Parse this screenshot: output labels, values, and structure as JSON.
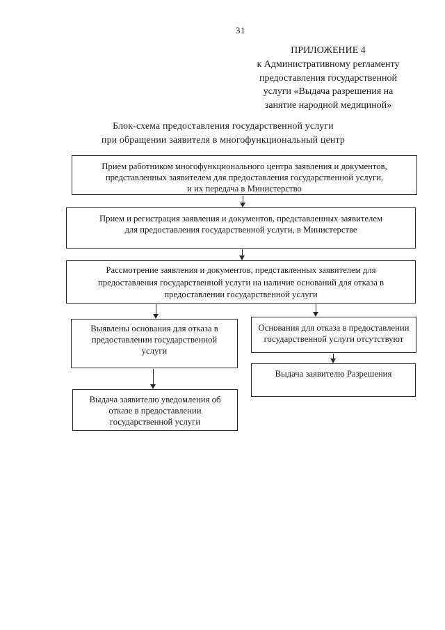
{
  "page": {
    "number": "31"
  },
  "appendix_header": "ПРИЛОЖЕНИЕ 4\nк Административному регламенту\nпредоставления государственной\nуслуги «Выдача разрешения на\nзанятие народной медициной»",
  "flowchart_title": "Блок-схема предоставления государственной услуги\nпри обращении заявителя в многофункциональный центр",
  "flowchart": {
    "steps": {
      "mfc_reception": "Прием работником многофункционального центра заявления и документов,\nпредставленных заявителем для предоставления государственной услуги,\nи их передача в Министерство",
      "ministry_registration": "Прием и регистрация заявления и документов, представленных заявителем\nдля предоставления государственной услуги, в Министерстве",
      "review": "Рассмотрение заявления и документов, представленных заявителем для\nпредоставления государственной услуги на наличие оснований для отказа в\nпредоставлении государственной услуги",
      "refusal_grounds_found": "Выявлены основания для отказа в\nпредоставлении государственной\nуслуги",
      "no_refusal_grounds": "Основания для отказа в предоставлении\nгосударственной услуги отсутствуют",
      "issue_permit": "Выдача заявителю Разрешения",
      "refusal_notice": "Выдача заявителю уведомления об\nотказе в предоставлении\nгосударственной услуги"
    }
  },
  "colors": {
    "ink": "#1b1b1b",
    "border": "#2a2a2a",
    "paper": "#ffffff"
  }
}
